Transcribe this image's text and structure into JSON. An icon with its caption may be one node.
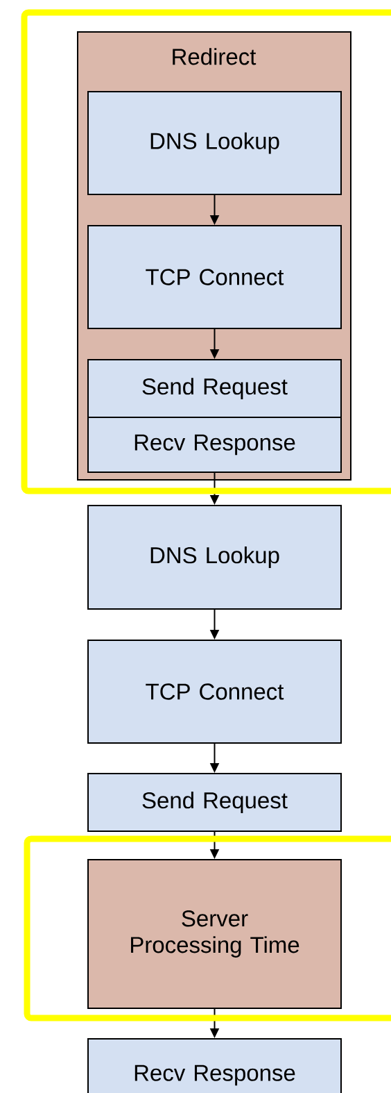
{
  "diagram": {
    "nodes": [
      {
        "text": [
          "Redirect"
        ]
      },
      {
        "text": [
          "DNS Lookup"
        ],
        "in": 0
      },
      {
        "text": [
          "TCP Connect"
        ],
        "in": 0
      },
      {
        "text": [
          "Send Request"
        ],
        "in": 0
      },
      {
        "text": [
          "Recv Response"
        ],
        "in": 0
      },
      {
        "text": [
          "DNS Lookup"
        ]
      },
      {
        "text": [
          "TCP Connect"
        ]
      },
      {
        "text": [
          "Send Request"
        ]
      },
      {
        "text": [
          "Server Processing Time"
        ]
      },
      {
        "text": [
          "Recv Response"
        ]
      }
    ],
    "edges": [
      {
        "from": 1,
        "to": 2,
        "arrow": "to"
      },
      {
        "from": 2,
        "to": 3,
        "arrow": "to"
      },
      {
        "from": 4,
        "to": 5,
        "arrow": "to"
      },
      {
        "from": 5,
        "to": 6,
        "arrow": "to"
      },
      {
        "from": 6,
        "to": 7,
        "arrow": "to"
      },
      {
        "from": 7,
        "to": 8,
        "arrow": "to"
      },
      {
        "from": 8,
        "to": 9,
        "arrow": "to"
      }
    ]
  }
}
